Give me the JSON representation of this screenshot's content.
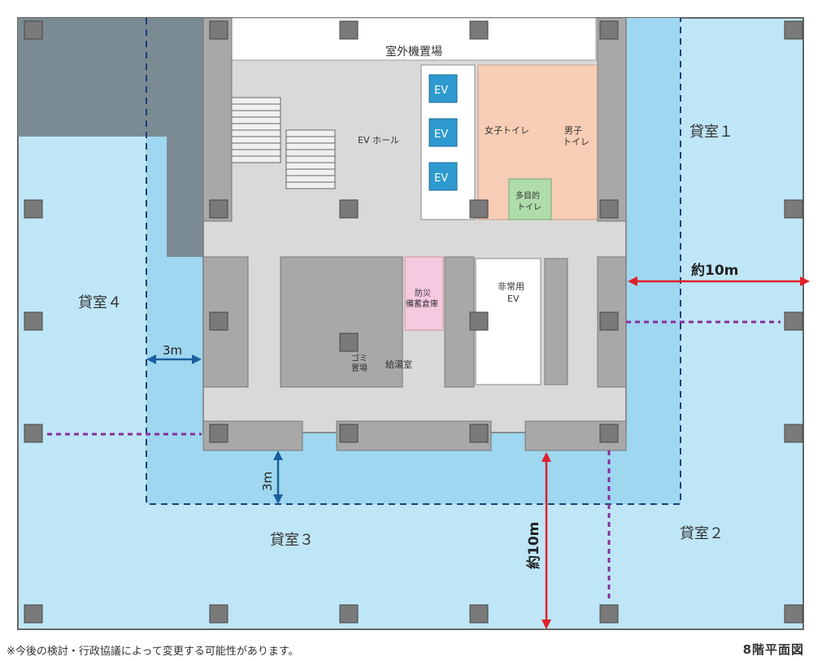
{
  "floor_title": "8階平面図",
  "footnote": "※今後の検討・行政協議によって変更する可能性があります。",
  "rooms": {
    "tenant1": "貸室１",
    "tenant2": "貸室２",
    "tenant3": "貸室３",
    "tenant4": "貸室４",
    "outdoor_unit": "室外機置場",
    "ev_hall": "EV ホール",
    "womens_toilet": "女子トイレ",
    "mens_toilet_1": "男子",
    "mens_toilet_2": "トイレ",
    "multi_toilet_1": "多目的",
    "multi_toilet_2": "トイレ",
    "disaster_store_1": "防災",
    "disaster_store_2": "備蓄倉庫",
    "emergency_ev_1": "非常用",
    "emergency_ev_2": "EV",
    "garbage_1": "ゴミ",
    "garbage_2": "置場",
    "pantry": "給湯室"
  },
  "elevators": [
    "EV",
    "EV",
    "EV"
  ],
  "dimensions": {
    "approx_right": "約10m",
    "approx_bottom": "約10m",
    "setback_left": "3m",
    "setback_bottom": "3m"
  },
  "colors": {
    "tenant_light": "#bfe6f6",
    "tenant_mid": "#9fd7f0",
    "core_gray": "#d9d9d9",
    "wall_gray": "#9a9a9a",
    "dark_area": "#7b8b93",
    "ev_blue": "#2e9ad0",
    "toilet_orange": "#f8cdb5",
    "multi_toilet_green": "#aedcaa",
    "storage_pink": "#f6c9e0",
    "red_dim": "#e0202a",
    "blue_dim": "#1c5fa0",
    "purple_div": "#8a2c9a"
  }
}
